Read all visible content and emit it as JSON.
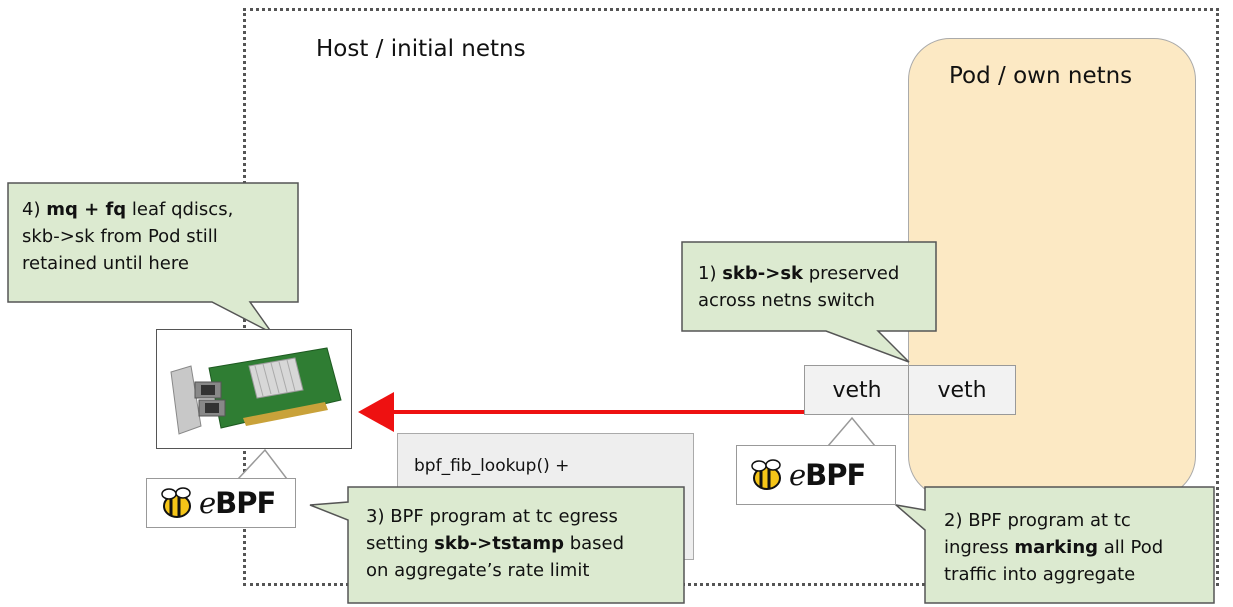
{
  "host": {
    "title": "Host / initial netns"
  },
  "pod": {
    "title": "Pod / own netns"
  },
  "veth": {
    "left_label": "veth",
    "right_label": "veth"
  },
  "code_box": {
    "text": "bpf_fib_lookup() +"
  },
  "ebpf_logo": {
    "prefix": "e",
    "suffix": "BPF"
  },
  "callouts": {
    "c1": {
      "num": "1)",
      "bold": "skb->sk",
      "rest1": " preserved",
      "line2": "across netns switch"
    },
    "c2": {
      "line1": "2) BPF program at tc",
      "line2a": "ingress ",
      "bold": "marking",
      "line2b": " all Pod",
      "line3": "traffic into aggregate"
    },
    "c3": {
      "line1": "3) BPF program at tc egress",
      "line2a": "setting ",
      "bold": "skb->tstamp",
      "line2b": " based",
      "line3": "on aggregate’s rate limit"
    },
    "c4": {
      "num": "4) ",
      "bold": "mq + fq",
      "rest1": " leaf qdiscs,",
      "line2": "skb->sk from Pod still",
      "line3": "retained until here"
    }
  },
  "colors": {
    "arrow": "#ee1111",
    "callout_fill": "#dcead0",
    "callout_stroke": "#555555",
    "pod_fill": "#fce9c4"
  }
}
